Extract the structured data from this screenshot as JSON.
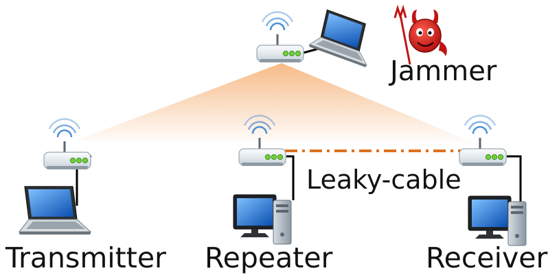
{
  "labels": {
    "jammer": "Jammer",
    "leaky_cable": "Leaky-cable",
    "transmitter": "Transmitter",
    "repeater": "Repeater",
    "receiver": "Receiver"
  },
  "colors": {
    "beam": "#f4a460",
    "leaky_cable_line": "#e07020",
    "router_body": "#e8eef2",
    "router_led": "#6fd23c",
    "wifi_waves": "#4a8fd6",
    "devil": "#d81c1c",
    "cable": "#000000",
    "screen": "#1b6fd0"
  },
  "icons": {
    "router": "wireless-router-icon",
    "laptop": "laptop-icon",
    "desktop": "desktop-computer-icon",
    "devil": "devil-icon"
  }
}
